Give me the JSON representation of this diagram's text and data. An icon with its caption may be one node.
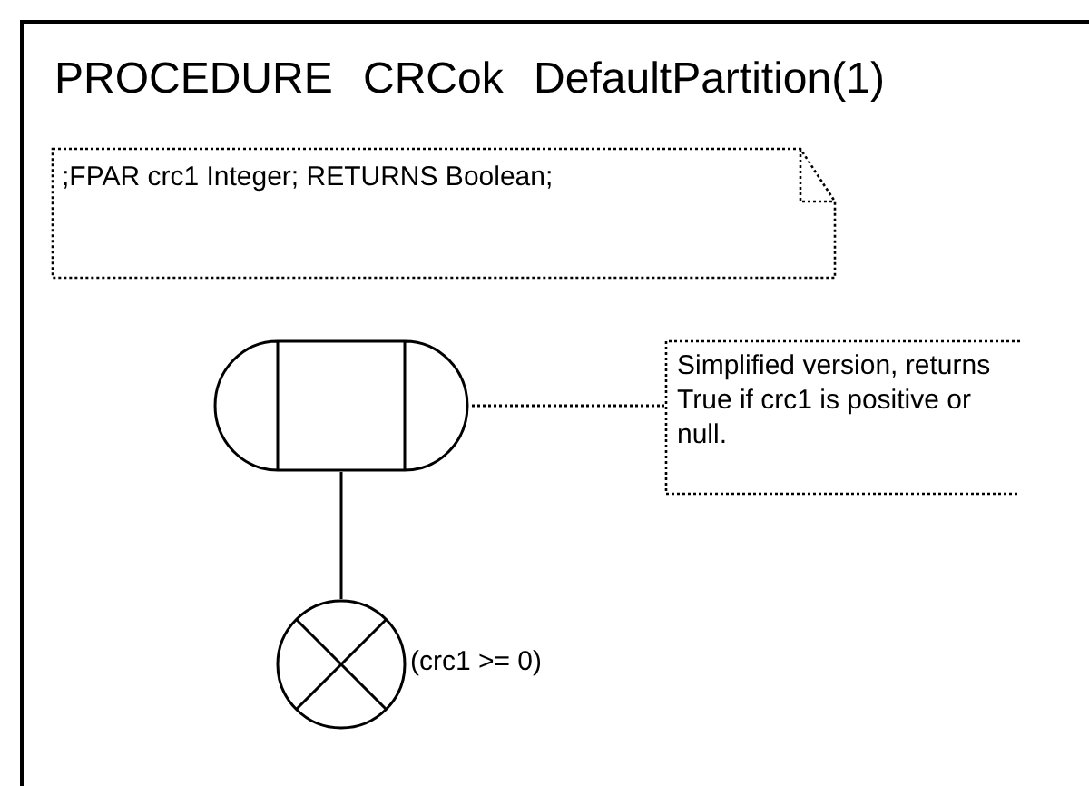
{
  "diagram": {
    "title": "PROCEDURE CRCok DefaultPartition(1)",
    "nodes": [
      {
        "text": [
          ";FPAR crc1 Integer; RETURNS Boolean;"
        ]
      },
      {
        "text": [],
        "shape": "box"
      },
      {
        "text": [
          "Simplified version, returns True if crc1 is positive or null."
        ]
      },
      {
        "text": [],
        "shape": "circle",
        "beside": [
          "(crc1 >= 0)"
        ]
      }
    ],
    "edges": [
      {
        "from": 1,
        "to": 2,
        "arrow": "none",
        "style": "dashed"
      },
      {
        "from": 1,
        "to": 3,
        "arrow": "none"
      }
    ]
  }
}
